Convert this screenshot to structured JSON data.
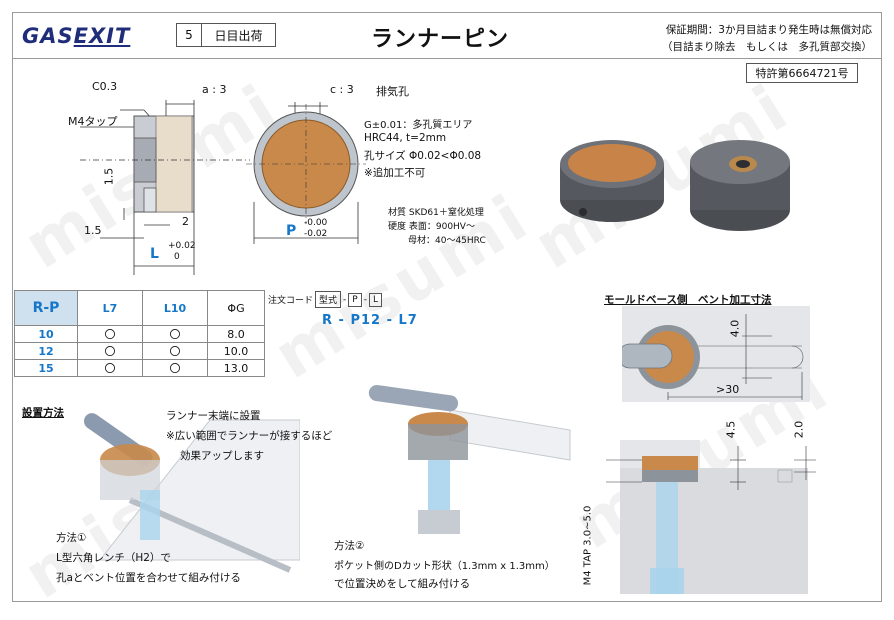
{
  "header": {
    "logo_gas": "GAS",
    "logo_exit": "EXIT",
    "days_num": "5",
    "days_label": "日目出荷",
    "title": "ランナーピン",
    "warranty_line1": "保証期間：3か月目詰まり発生時は無償対応",
    "warranty_line2": "（目詰まり除去　もしくは　多孔質部交換）",
    "patent": "特許第6664721号"
  },
  "drawing_side": {
    "c03": "C0.3",
    "a3": "a : 3",
    "m4tap": "M4タップ",
    "d15v": "1.5",
    "d15h": "1.5",
    "d2": "2",
    "L": "L",
    "tol_plus": "+0.02",
    "tol_zero": "0"
  },
  "drawing_front": {
    "c3": "c : 3",
    "vent": "排気孔",
    "P": "P",
    "tol_top": "-0.00",
    "tol_bot": "-0.02",
    "g_label": "G±0.01：多孔質エリア",
    "hrc": "HRC44, t=2mm",
    "pore": "孔サイズ Φ0.02<Φ0.08",
    "note": "※追加工不可",
    "mat1": "材質 SKD61＋窒化処理",
    "mat2": "硬度 表面：900HV～",
    "mat3": "母材：40～45HRC"
  },
  "table": {
    "headers": [
      "R-P",
      "L7",
      "L10",
      "ΦG"
    ],
    "rows": [
      [
        "10",
        "〇",
        "〇",
        "8.0"
      ],
      [
        "12",
        "〇",
        "〇",
        "10.0"
      ],
      [
        "15",
        "〇",
        "〇",
        "13.0"
      ]
    ]
  },
  "order": {
    "label": "注文コード",
    "box1": "型式",
    "box2": "P",
    "box3": "L",
    "dash": "-",
    "example": "R - P12 - L7"
  },
  "mold": {
    "title": "モールドベース側　ベント加工寸法",
    "d40": "4.0",
    "d30": ">30",
    "d45": "4.5",
    "d20": "2.0",
    "tap": "M4 TAP 3.0~5.0"
  },
  "install": {
    "title": "設置方法",
    "note1": "ランナー末端に設置",
    "note2": "※広い範囲でランナーが接するほど",
    "note3": "効果アップします",
    "m1a": "方法①",
    "m1b": "L型六角レンチ（H2）で",
    "m1c": "孔aとベント位置を合わせて組み付ける",
    "m2a": "方法②",
    "m2b": "ポケット側のDカット形状（1.3mm x 1.3mm）",
    "m2c": "で位置決めをして組み付ける"
  },
  "watermark": "misumi"
}
